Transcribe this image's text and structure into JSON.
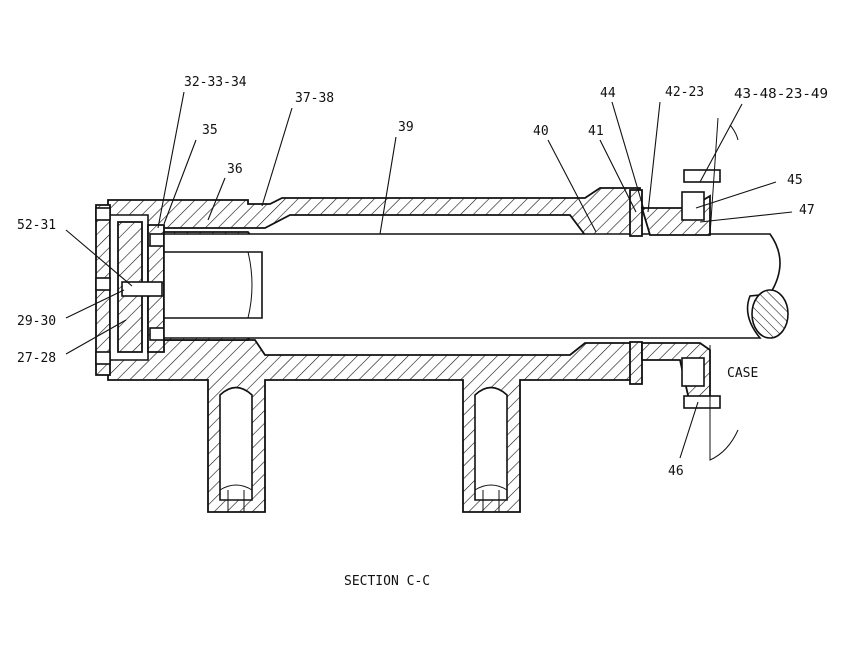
{
  "section_title": "SECTION C-C",
  "case_label": "CASE",
  "callouts": [
    {
      "id": "c1",
      "text": "32-33-34"
    },
    {
      "id": "c2",
      "text": "35"
    },
    {
      "id": "c3",
      "text": "37-38"
    },
    {
      "id": "c4",
      "text": "39"
    },
    {
      "id": "c5",
      "text": "36"
    },
    {
      "id": "c6",
      "text": "40"
    },
    {
      "id": "c7",
      "text": "41"
    },
    {
      "id": "c8",
      "text": "44"
    },
    {
      "id": "c9",
      "text": "42-23"
    },
    {
      "id": "c10",
      "text": "43-48-23-49"
    },
    {
      "id": "c11",
      "text": "45"
    },
    {
      "id": "c12",
      "text": "47"
    },
    {
      "id": "c13",
      "text": "52-31"
    },
    {
      "id": "c14",
      "text": "29-30"
    },
    {
      "id": "c15",
      "text": "27-28"
    },
    {
      "id": "c16",
      "text": "46"
    }
  ]
}
